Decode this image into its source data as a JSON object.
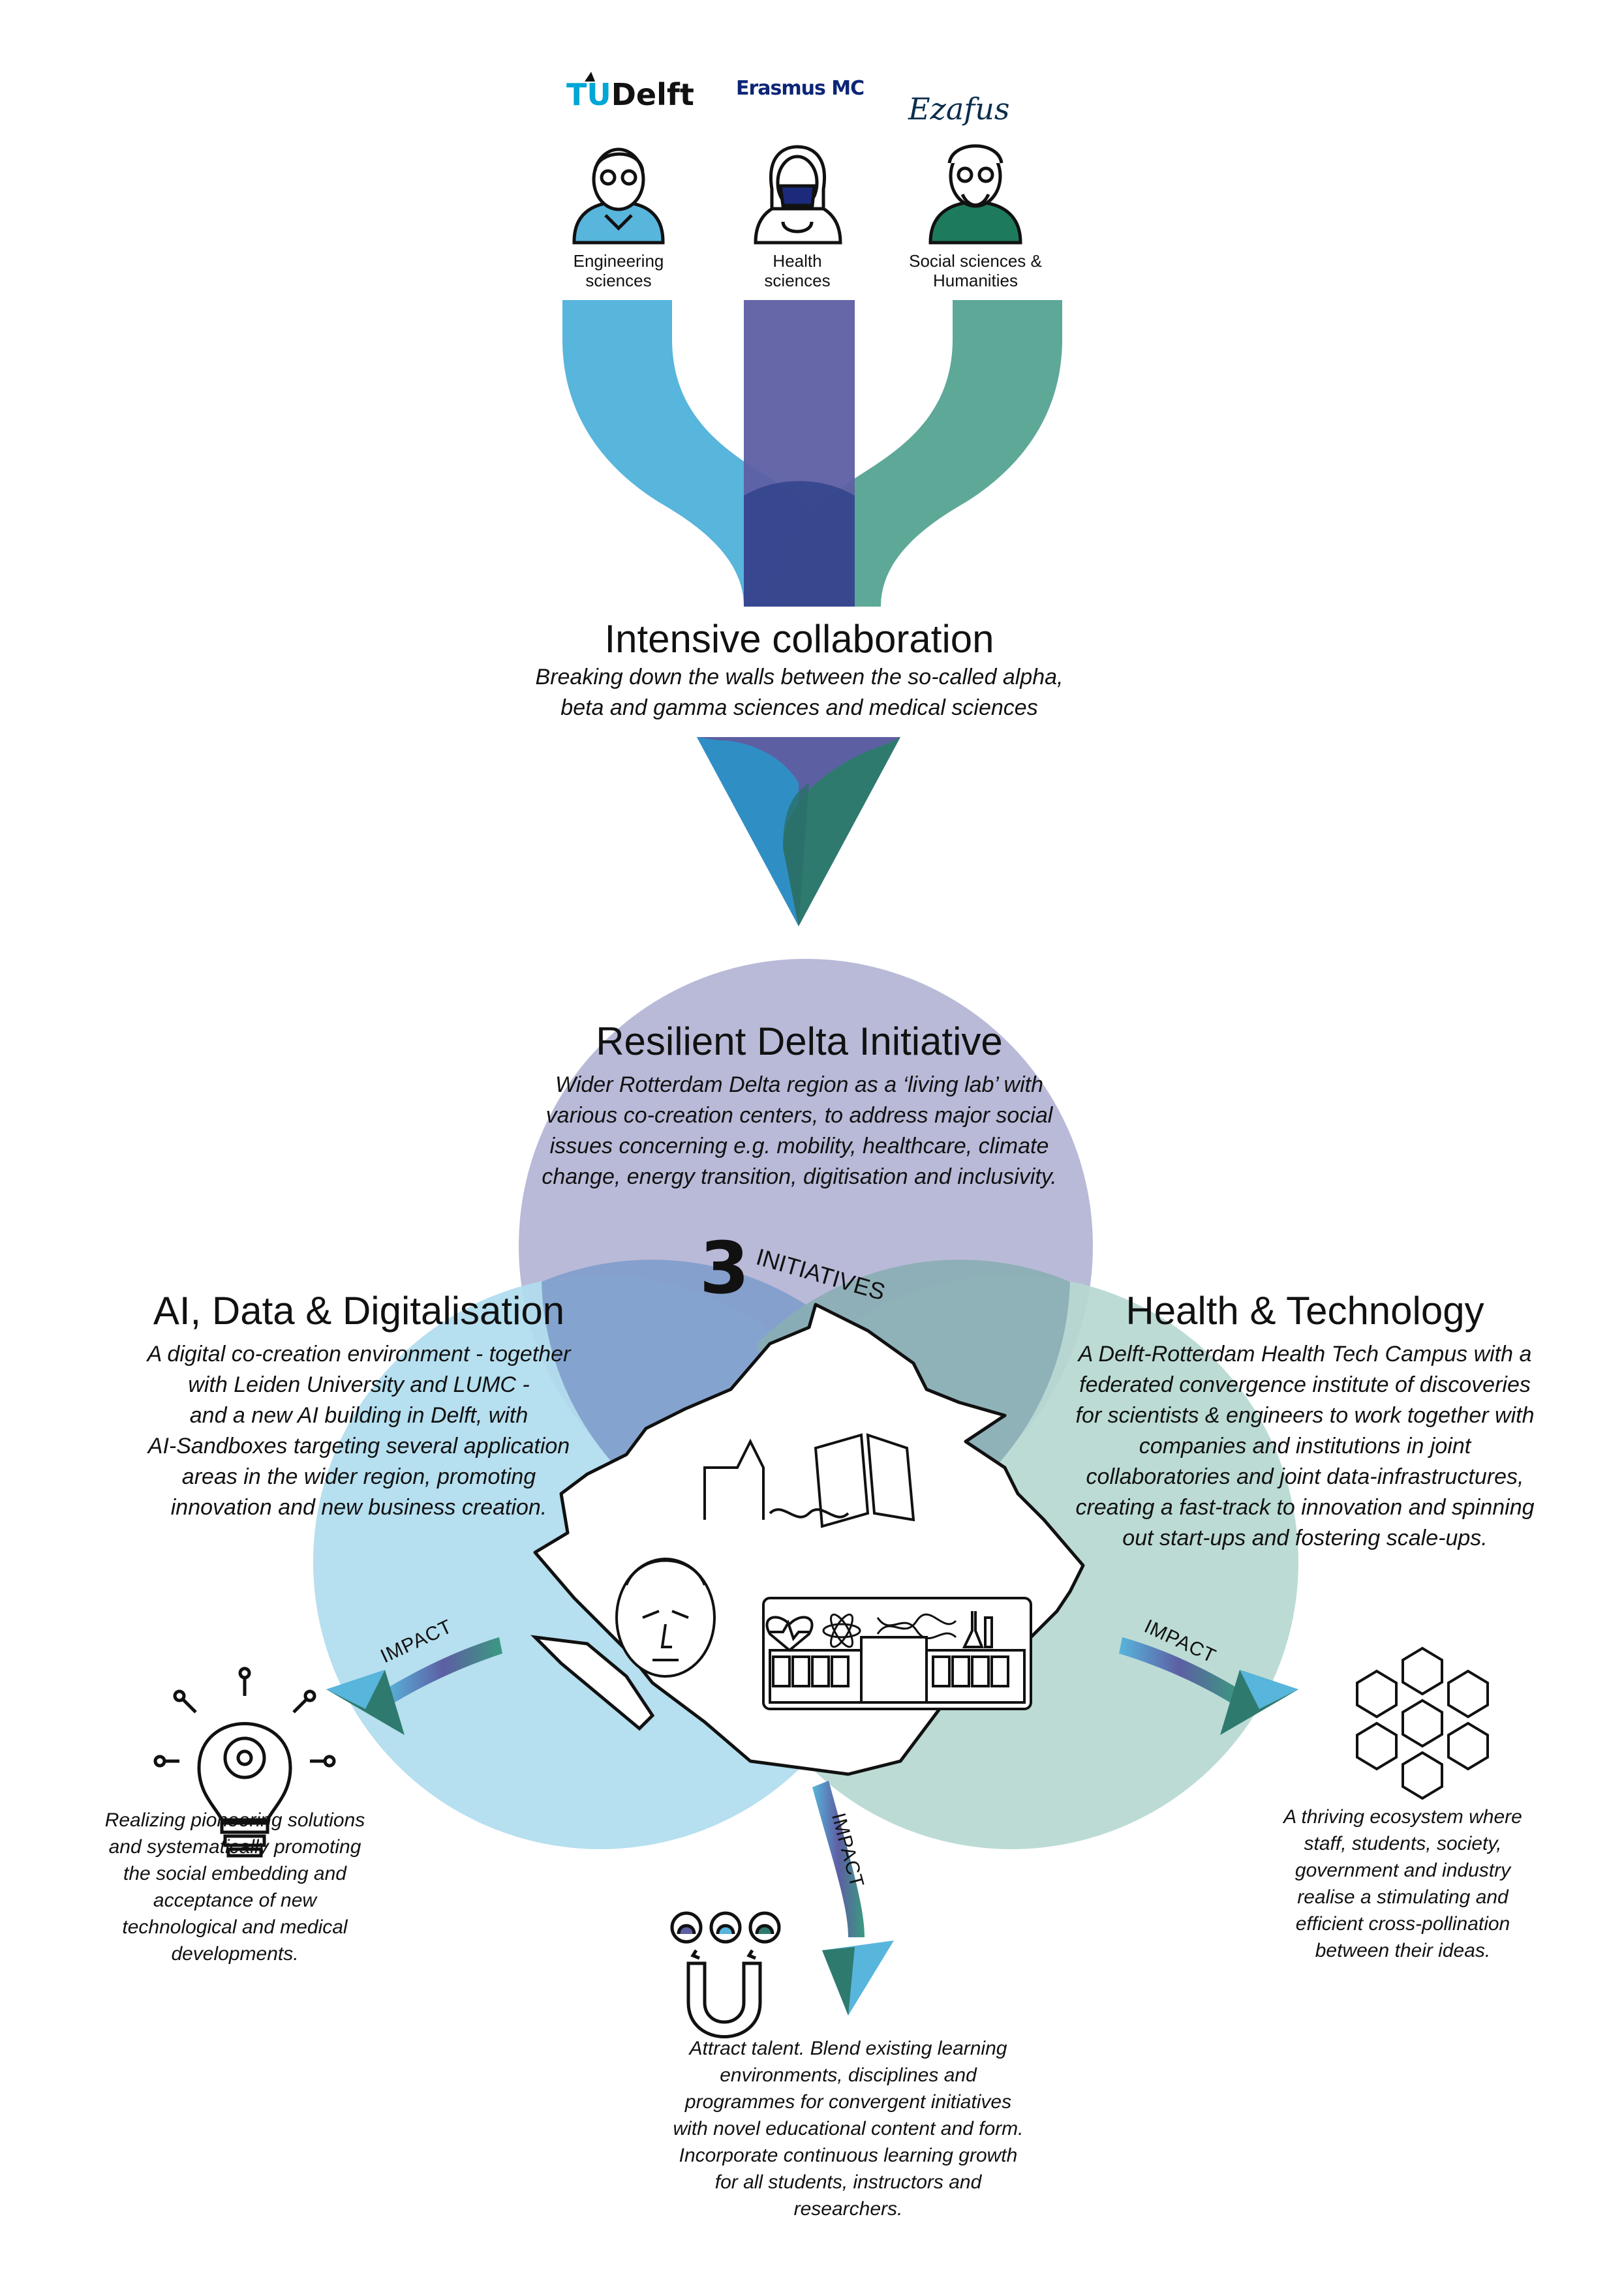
{
  "logos": {
    "tudelft": {
      "prefix": "TU",
      "suffix": "Delft"
    },
    "erasmus_mc": "Erasmus MC",
    "erasmus": "Ezafus"
  },
  "disciplines": [
    {
      "label_line1": "Engineering",
      "label_line2": "sciences",
      "color": "#58b5dc"
    },
    {
      "label_line1": "Health",
      "label_line2": "sciences",
      "color": "#5d5fa3"
    },
    {
      "label_line1": "Social sciences &",
      "label_line2": "Humanities",
      "color": "#5ea898"
    }
  ],
  "collaboration": {
    "title": "Intensive collaboration",
    "subtitle_line1": "Breaking down the walls between the so-called alpha,",
    "subtitle_line2": "beta and gamma sciences and medical sciences"
  },
  "initiatives_label": {
    "number": "3",
    "word": "INITIATIVES"
  },
  "resilient_delta": {
    "title": "Resilient Delta Initiative",
    "lines": [
      "Wider Rotterdam Delta region as a ‘living lab’ with",
      "various co-creation centers, to address major social",
      "issues concerning e.g. mobility, healthcare, climate",
      "change, energy transition, digitisation and inclusivity."
    ],
    "color": "#b5b6d6"
  },
  "ai_data": {
    "title": "AI, Data & Digitalisation",
    "lines": [
      "A digital co-creation environment - together",
      "with Leiden University and LUMC -",
      "and a new AI building in Delft, with",
      "AI-Sandboxes targeting several application",
      "areas in the wider region, promoting",
      "innovation and new business creation."
    ],
    "color": "#b0dcee"
  },
  "health_tech": {
    "title": "Health & Technology",
    "lines": [
      "A Delft-Rotterdam Health Tech Campus with a",
      "federated convergence institute of discoveries",
      "for scientists & engineers to work together with",
      "companies and institutions in joint",
      "collaboratories and joint data-infrastructures,",
      "creating a fast-track to innovation and spinning",
      "out start-ups and fostering scale-ups."
    ],
    "color": "#b6d8d1"
  },
  "impact_label": "IMPACT",
  "impacts": {
    "left": [
      "Realizing pioneering solutions",
      "and systematically promoting",
      "the social embedding and",
      "acceptance of new",
      "technological and medical",
      "developments."
    ],
    "bottom": [
      "Attract talent. Blend existing learning",
      "environments, disciplines and",
      "programmes for convergent initiatives",
      "with novel educational content and form.",
      "Incorporate continuous learning growth",
      "for all students, instructors and",
      "researchers."
    ],
    "right": [
      "A thriving ecosystem where",
      "staff, students, society,",
      "government and industry",
      "realise a stimulating and",
      "efficient cross-pollination",
      "between their ideas."
    ]
  },
  "icons": [
    "tudelft-flame-icon",
    "engineer-person-icon",
    "health-person-icon",
    "social-scientist-icon",
    "brain-head-icon",
    "heart-icon",
    "atom-icon",
    "dna-icon",
    "lab-flask-icon",
    "lightbulb-gear-icon",
    "magnet-people-icon",
    "hexagon-network-icon"
  ]
}
